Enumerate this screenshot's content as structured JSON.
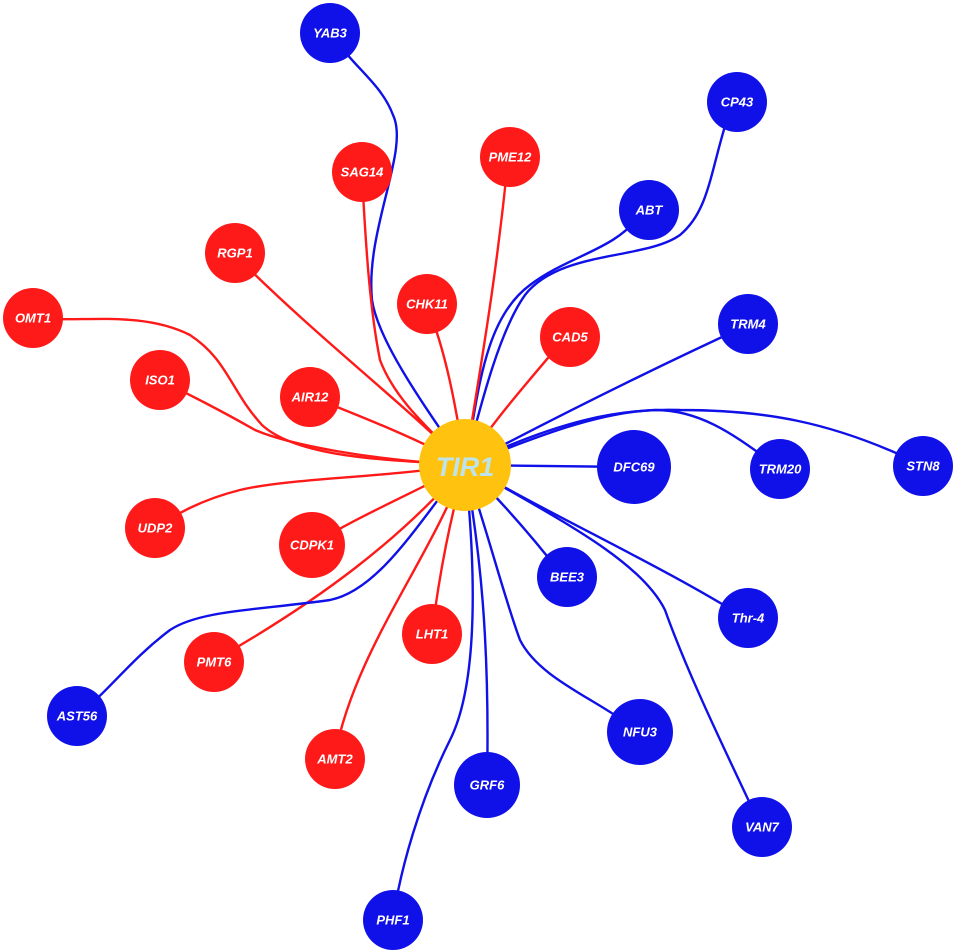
{
  "colors": {
    "hub": "#FFC20E",
    "hub_label": "#BFE3EA",
    "red_group": "#FF1A1A",
    "blue_group": "#1010E8"
  },
  "hub": {
    "label": "TIR1"
  },
  "nodes": {
    "yab3": "YAB3",
    "cp43": "CP43",
    "sag14": "SAG14",
    "pme12": "PME12",
    "abt": "ABT",
    "rgp1": "RGP1",
    "chk11": "CHK11",
    "omt1": "OMT1",
    "cad5": "CAD5",
    "trm4": "TRM4",
    "iso1": "ISO1",
    "air12": "AIR12",
    "dfc69": "DFC69",
    "trm20": "TRM20",
    "stn8": "STN8",
    "udp2": "UDP2",
    "cdpk1": "CDPK1",
    "bee3": "BEE3",
    "thr4": "Thr-4",
    "lht1": "LHT1",
    "pmt6": "PMT6",
    "ast56": "AST56",
    "nfu3": "NFU3",
    "amt2": "AMT2",
    "grf6": "GRF6",
    "van7": "VAN7",
    "phf1": "PHF1"
  }
}
